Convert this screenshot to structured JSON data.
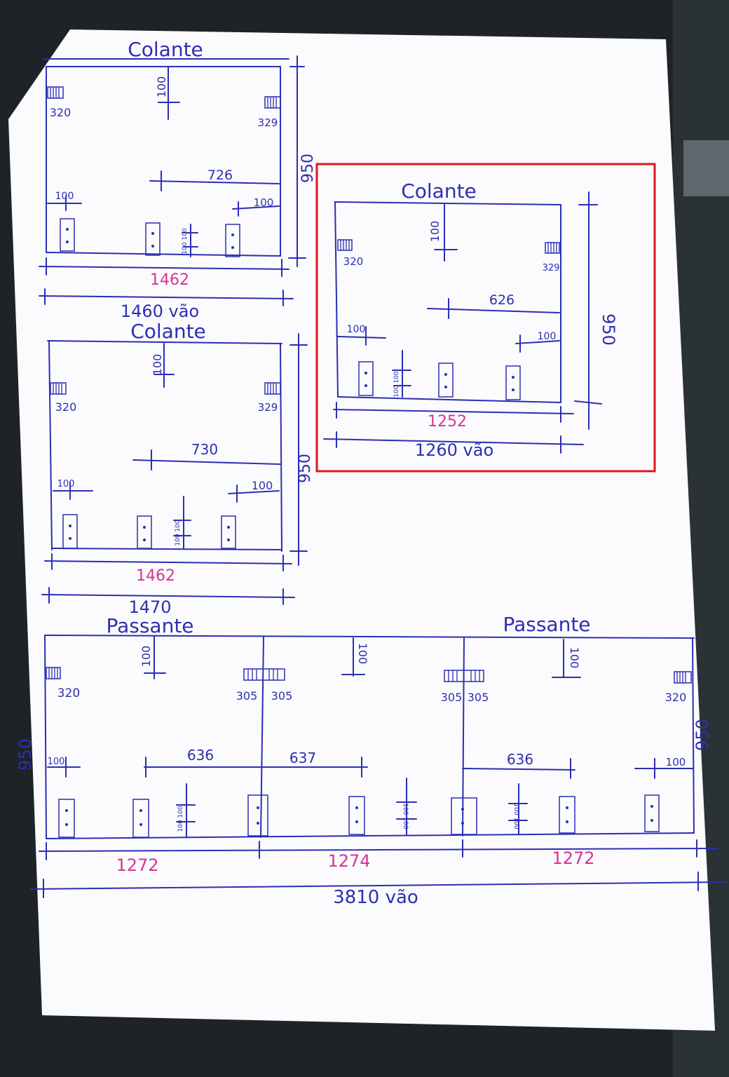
{
  "colors": {
    "ink_blue": "#2b2db5",
    "ink_pink": "#d6339a",
    "highlight_red": "#e0161b",
    "paper": "#fbfbfd",
    "table": "#1d2326"
  },
  "panel_a": {
    "title": "Colante",
    "dim_top": "100",
    "hinge_left": "320",
    "hinge_right": "329",
    "dim_shelf": "726",
    "dim_left_small": "100",
    "dim_right_small": "100",
    "dim_vertical_small": "100 100",
    "dim_height": "950",
    "dim_inner": "1462",
    "dim_outer": "1460 vão"
  },
  "panel_b": {
    "title": "Colante",
    "dim_top": "100",
    "hinge_left": "320",
    "hinge_right": "329",
    "dim_shelf": "730",
    "dim_left_small": "100",
    "dim_right_small": "100",
    "dim_vertical_small": "100 100",
    "dim_height": "950",
    "dim_inner": "1462",
    "dim_outer": "1470"
  },
  "panel_c": {
    "title": "Colante",
    "dim_top": "100",
    "hinge_left": "320",
    "hinge_right": "329",
    "dim_shelf": "626",
    "dim_left_small": "100",
    "dim_right_small": "100",
    "dim_vertical_small": "100 100",
    "dim_height": "950",
    "dim_inner": "1252",
    "dim_outer": "1260 vão"
  },
  "panel_d": {
    "title_left": "Passante",
    "title_right": "Passante",
    "dim_top_1": "100",
    "dim_top_2": "100",
    "dim_top_3": "100",
    "hinge_left": "320",
    "hinge_mid1_left": "305",
    "hinge_mid1_right": "305",
    "hinge_mid2_left": "305",
    "hinge_mid2_right": "305",
    "hinge_right": "320",
    "dim_shelf_1": "636",
    "dim_shelf_2": "637",
    "dim_shelf_3": "636",
    "dim_left_small": "100",
    "dim_right_small": "100",
    "dim_vertical_1": "100 100",
    "dim_vertical_2": "100 100",
    "dim_vertical_3": "100 100",
    "dim_height_left": "950",
    "dim_height_right": "950",
    "dim_seg_1": "1272",
    "dim_seg_2": "1274",
    "dim_seg_3": "1272",
    "dim_total": "3810 vão"
  }
}
